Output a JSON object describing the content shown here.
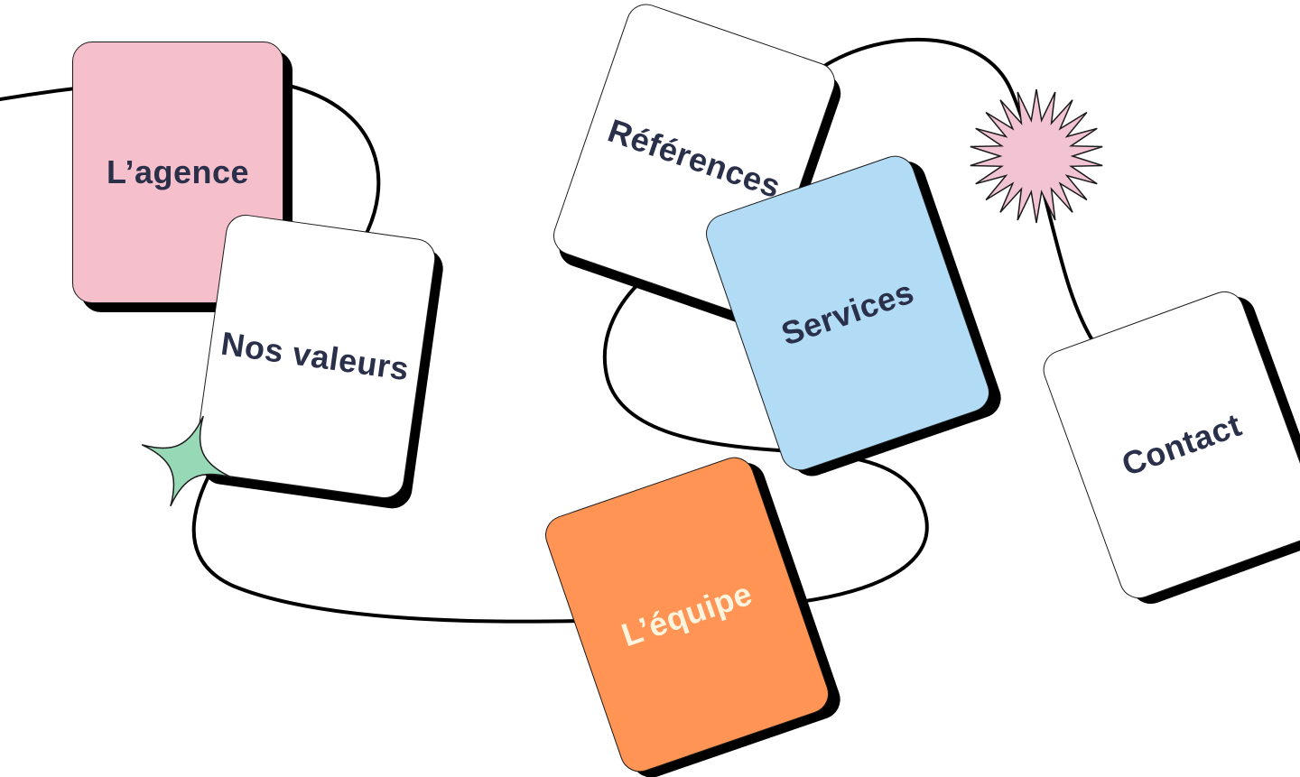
{
  "cards": [
    {
      "label": "L’agence",
      "color": "#f5bfcc",
      "text_color": "#2a2f4a"
    },
    {
      "label": "Nos valeurs",
      "color": "#ffffff",
      "text_color": "#2a2f4a"
    },
    {
      "label": "Références",
      "color": "#ffffff",
      "text_color": "#2a2f4a"
    },
    {
      "label": "Services",
      "color": "#b2dcf6",
      "text_color": "#2a2f4a"
    },
    {
      "label": "L’équipe",
      "color": "#ff9455",
      "text_color": "#fff4de"
    },
    {
      "label": "Contact",
      "color": "#ffffff",
      "text_color": "#2a2f4a"
    }
  ],
  "decorations": {
    "sparkle": {
      "icon": "sparkle-icon",
      "color": "#97d8b6"
    },
    "starburst": {
      "icon": "starburst-icon",
      "color": "#f2c3d2"
    }
  }
}
